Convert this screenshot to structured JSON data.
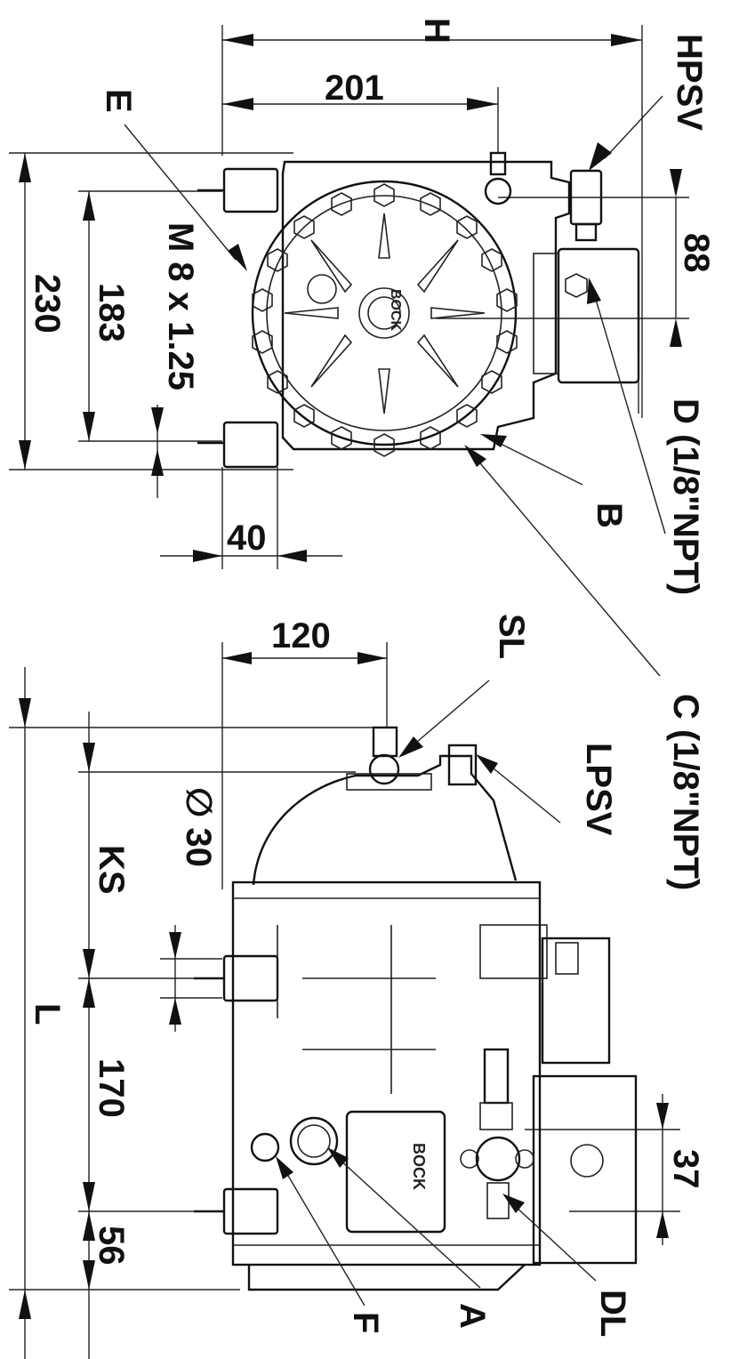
{
  "drawing": {
    "dimensions": {
      "H": "H",
      "d201": "201",
      "d88": "88",
      "d230": "230",
      "d183": "183",
      "thread": "M 8 x 1.25",
      "d40": "40",
      "d120": "120",
      "dia30": "∅ 30",
      "KS": "KS",
      "L": "L",
      "d170": "170",
      "d56": "56",
      "d37": "37"
    },
    "labels": {
      "HPSV": "HPSV",
      "E": "E",
      "D": "D (1/8\"NPT)",
      "B": "B",
      "C": "C (1/8\"NPT)",
      "SL": "SL",
      "LPSV": "LPSV",
      "DL": "DL",
      "A": "A",
      "F": "F"
    },
    "markings": {
      "cover_text": "BOCK",
      "brand_text": "BOCK"
    }
  }
}
